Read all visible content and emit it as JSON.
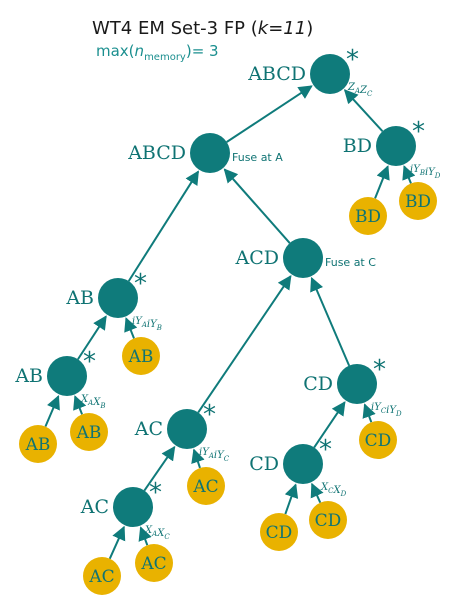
{
  "title": "WT4 EM Set-3 FP (k=11)",
  "subtitle": "max(n_memory)= 3",
  "colors": {
    "node": "#0f7b7b",
    "leaf": "#e9b200",
    "edge": "#0f7b7b",
    "text": "#0f7373"
  },
  "nodes": [
    {
      "id": "root",
      "label": "ABCD",
      "star": true,
      "annotation": "Z_A Z_C"
    },
    {
      "id": "abcd_fuse",
      "label": "ABCD",
      "star": false,
      "annotation": "Fuse at A"
    },
    {
      "id": "bd",
      "label": "BD",
      "star": true,
      "annotation": "iY_B iY_D"
    },
    {
      "id": "acd",
      "label": "ACD",
      "star": false,
      "annotation": "Fuse at C"
    },
    {
      "id": "ab_top",
      "label": "AB",
      "star": true,
      "annotation": "iY_A iY_B"
    },
    {
      "id": "ab_low",
      "label": "AB",
      "star": true,
      "annotation": "X_A X_B"
    },
    {
      "id": "ac_top",
      "label": "AC",
      "star": true,
      "annotation": "iY_A iY_C"
    },
    {
      "id": "ac_low",
      "label": "AC",
      "star": true,
      "annotation": "X_A X_C"
    },
    {
      "id": "cd_top",
      "label": "CD",
      "star": true,
      "annotation": "iY_C iY_D"
    },
    {
      "id": "cd_low",
      "label": "CD",
      "star": true,
      "annotation": "X_C X_D"
    }
  ],
  "leaves": [
    {
      "id": "bd_l1",
      "label": "BD",
      "parent": "bd"
    },
    {
      "id": "bd_l2",
      "label": "BD",
      "parent": "bd"
    },
    {
      "id": "ab_l1",
      "label": "AB",
      "parent": "ab_top"
    },
    {
      "id": "ab_l2",
      "label": "AB",
      "parent": "ab_low"
    },
    {
      "id": "ab_l3",
      "label": "AB",
      "parent": "ab_low"
    },
    {
      "id": "ac_l1",
      "label": "AC",
      "parent": "ac_top"
    },
    {
      "id": "ac_l2",
      "label": "AC",
      "parent": "ac_low"
    },
    {
      "id": "ac_l3",
      "label": "AC",
      "parent": "ac_low"
    },
    {
      "id": "cd_l1",
      "label": "CD",
      "parent": "cd_top"
    },
    {
      "id": "cd_l2",
      "label": "CD",
      "parent": "cd_low"
    },
    {
      "id": "cd_l3",
      "label": "CD",
      "parent": "cd_low"
    }
  ],
  "edges": [
    [
      "abcd_fuse",
      "root"
    ],
    [
      "bd",
      "root"
    ],
    [
      "ab_top",
      "abcd_fuse"
    ],
    [
      "acd",
      "abcd_fuse"
    ],
    [
      "ac_top",
      "acd"
    ],
    [
      "cd_top",
      "acd"
    ],
    [
      "ab_low",
      "ab_top"
    ],
    [
      "ac_low",
      "ac_top"
    ],
    [
      "cd_low",
      "cd_top"
    ],
    [
      "bd_l1",
      "bd"
    ],
    [
      "bd_l2",
      "bd"
    ],
    [
      "ab_l1",
      "ab_top"
    ],
    [
      "ab_l2",
      "ab_low"
    ],
    [
      "ab_l3",
      "ab_low"
    ],
    [
      "ac_l1",
      "ac_top"
    ],
    [
      "ac_l2",
      "ac_low"
    ],
    [
      "ac_l3",
      "ac_low"
    ],
    [
      "cd_l1",
      "cd_top"
    ],
    [
      "cd_l2",
      "cd_low"
    ],
    [
      "cd_l3",
      "cd_low"
    ]
  ]
}
